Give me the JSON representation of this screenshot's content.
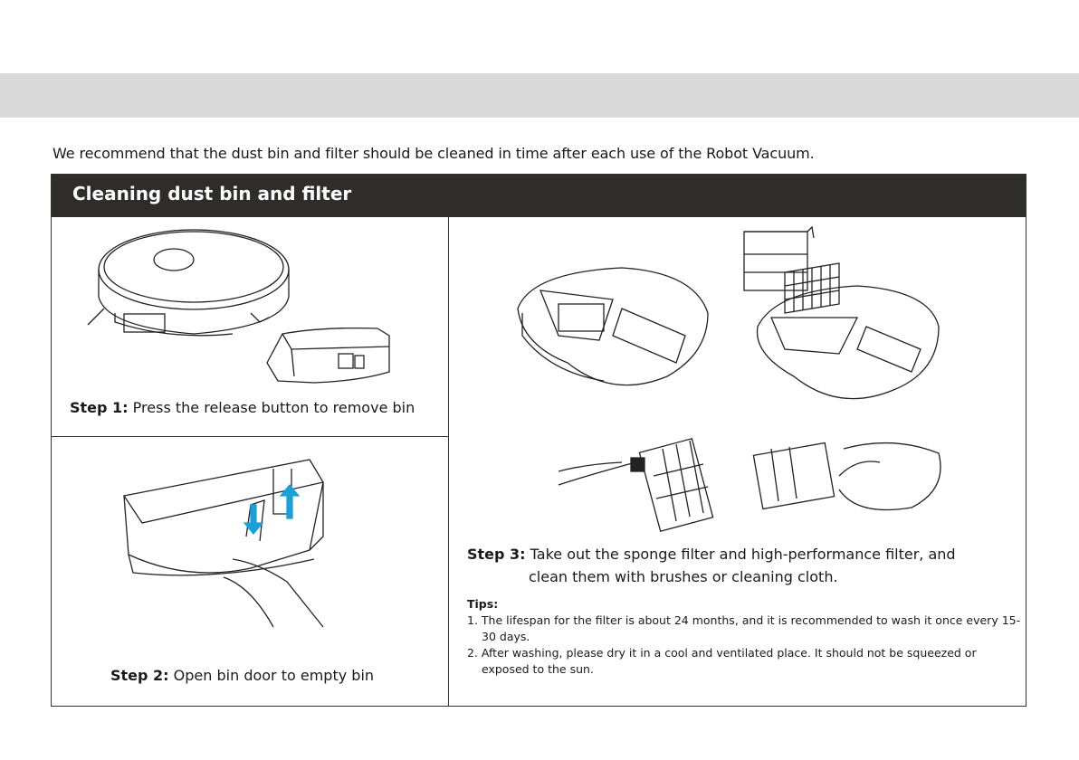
{
  "intro_text": "We recommend that the dust bin and filter should be cleaned in time after each use of the Robot Vacuum.",
  "section_title": "Cleaning dust bin and filter",
  "steps": [
    {
      "label": "Step 1:",
      "text": "Press the release button to remove bin"
    },
    {
      "label": "Step 2:",
      "text": "Open bin door to empty bin"
    },
    {
      "label": "Step 3:",
      "text_line1": "Take out the sponge filter and high-performance filter, and",
      "text_line2": "clean them with brushes or cleaning cloth."
    }
  ],
  "tips": {
    "title": "Tips:",
    "items": [
      "1. The lifespan for the filter is about 24 months, and it is recommended to wash it once every 15-30 days.",
      "2. After washing, please dry it in a cool and ventilated place. It should not be squeezed or exposed to the sun."
    ]
  },
  "colors": {
    "header_bg": "#2f2c2c",
    "top_band": "#d9d9d9",
    "arrow_blue": "#1aa0d8"
  }
}
